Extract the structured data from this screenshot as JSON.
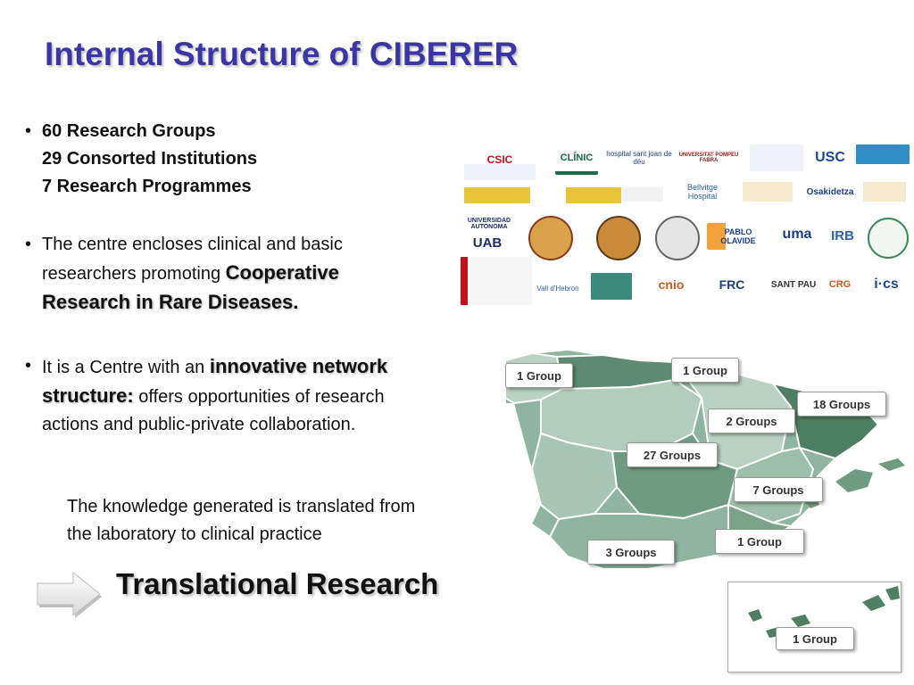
{
  "title": "Internal Structure of CIBERER",
  "bullet_char": "•",
  "bullets": {
    "b1": {
      "line1": "60 Research Groups",
      "line2": "29 Consorted Institutions",
      "line3": "7 Research Programmes"
    },
    "b2": {
      "text": "The centre encloses clinical and basic researchers promoting ",
      "emphasis": "Cooperative Research in Rare Diseases."
    },
    "b3": {
      "text": "It is a Centre with an ",
      "emphasis": "innovative network structure:",
      "rest": " offers opportunities of research actions and public-private collaboration."
    }
  },
  "knowledge_text": "The knowledge generated is translated from the laboratory to clinical practice",
  "translational_label": "Translational Research",
  "logos": {
    "csic": "CSIC",
    "clinic": "CLÍNIC",
    "hospital_sjd": "hospital sant joan de déu",
    "upf": "UNIVERSITAT POMPEU FABRA",
    "usc": "USC",
    "bellvitge": "Bellvitge Hospital",
    "osakidetza": "Osakidetza",
    "uam": "UNIVERSIDAD AUTONOMA",
    "uab": "UAB",
    "olavide": "PABLO OLAVIDE",
    "uma": "uma",
    "irb": "IRB",
    "vall_hebron": "Vall d'Hebron",
    "cnio": "cnio",
    "frc": "FRC",
    "sant_pau": "SANT PAU",
    "crg": "CRG",
    "ics": "i·cs"
  },
  "map": {
    "colors": {
      "land": "#8fb49f",
      "dark": "#4f7f63",
      "light": "#b9d2c1",
      "mid": "#6f9b80"
    },
    "labels": {
      "galicia": "1 Group",
      "asturias": "1 Group",
      "catalonia": "18 Groups",
      "aragon": "2 Groups",
      "madrid": "27 Groups",
      "valencia": "7 Groups",
      "murcia": "1 Group",
      "andalusia": "3 Groups",
      "canary": "1 Group"
    }
  }
}
